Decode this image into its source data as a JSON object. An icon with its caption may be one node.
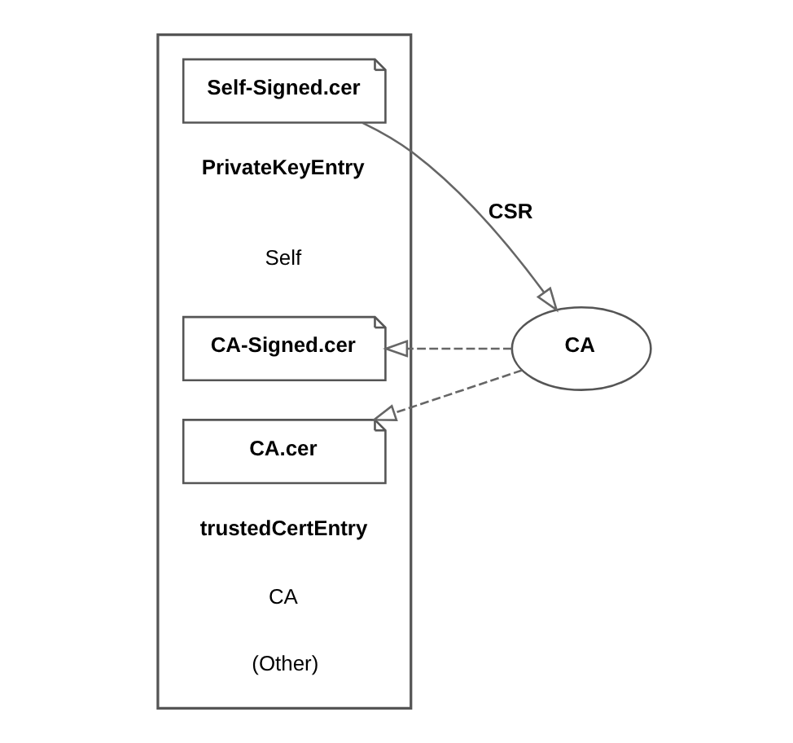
{
  "diagram": {
    "nodes": [
      {
        "text": [],
        "shape": "box"
      },
      {
        "text": [
          "Self-Signed.cer"
        ],
        "in": 0
      },
      {
        "text": [
          "CA-Signed.cer"
        ],
        "in": 0
      },
      {
        "text": [
          "CA.cer"
        ],
        "in": 0
      },
      {
        "text": [
          "CA"
        ]
      }
    ],
    "edges": [
      {
        "from": 1,
        "to": 4,
        "arrow": "to",
        "label": "CSR"
      },
      {
        "from": 4,
        "to": 2,
        "arrow": "to",
        "style": "dashed"
      },
      {
        "from": 4,
        "to": 3,
        "arrow": "to",
        "style": "dashed"
      }
    ],
    "labels": [
      "PrivateKeyEntry",
      "Self",
      "trustedCertEntry",
      "CA",
      "(Other)"
    ]
  }
}
